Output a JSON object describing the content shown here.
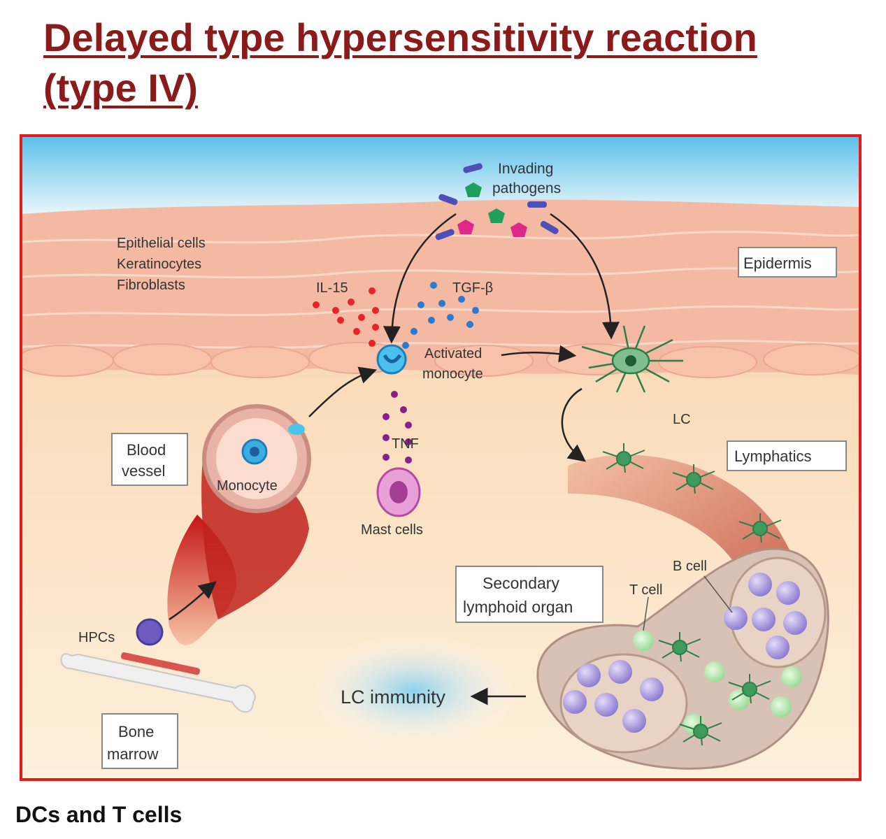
{
  "title": {
    "line1": "Delayed type hypersensitivity reaction",
    "line2": "(type IV)"
  },
  "caption": "DCs and T cells",
  "colors": {
    "title": "#8b1a1a",
    "frame": "#e21b1b",
    "sky": "#6cc6ec",
    "epidermis": "#f4b9a2",
    "dermis": "#fbe3bf",
    "il15": "#e8232a",
    "tgfb": "#2a7bd0",
    "tnf": "#8a1f8c",
    "lc": "#2e7d4a"
  },
  "diagram": {
    "invading_pathogens": [
      "Invading",
      "pathogens"
    ],
    "epithelial": [
      "Epithelial cells",
      "Keratinocytes",
      "Fibroblasts"
    ],
    "epidermis_box": "Epidermis",
    "il15": "IL-15",
    "tgfb": "TGF-β",
    "activated_monocyte": [
      "Activated",
      "monocyte"
    ],
    "lc": "LC",
    "lymphatics_box": "Lymphatics",
    "blood_vessel_box": [
      "Blood",
      "vessel"
    ],
    "monocyte": "Monocyte",
    "tnf": "TNF",
    "mast_cells": "Mast cells",
    "b_cell": "B cell",
    "t_cell": "T cell",
    "secondary_box": [
      "Secondary",
      "lymphoid organ"
    ],
    "hpcs": "HPCs",
    "lc_immunity": "LC immunity",
    "bone_marrow_box": [
      "Bone",
      "marrow"
    ]
  }
}
